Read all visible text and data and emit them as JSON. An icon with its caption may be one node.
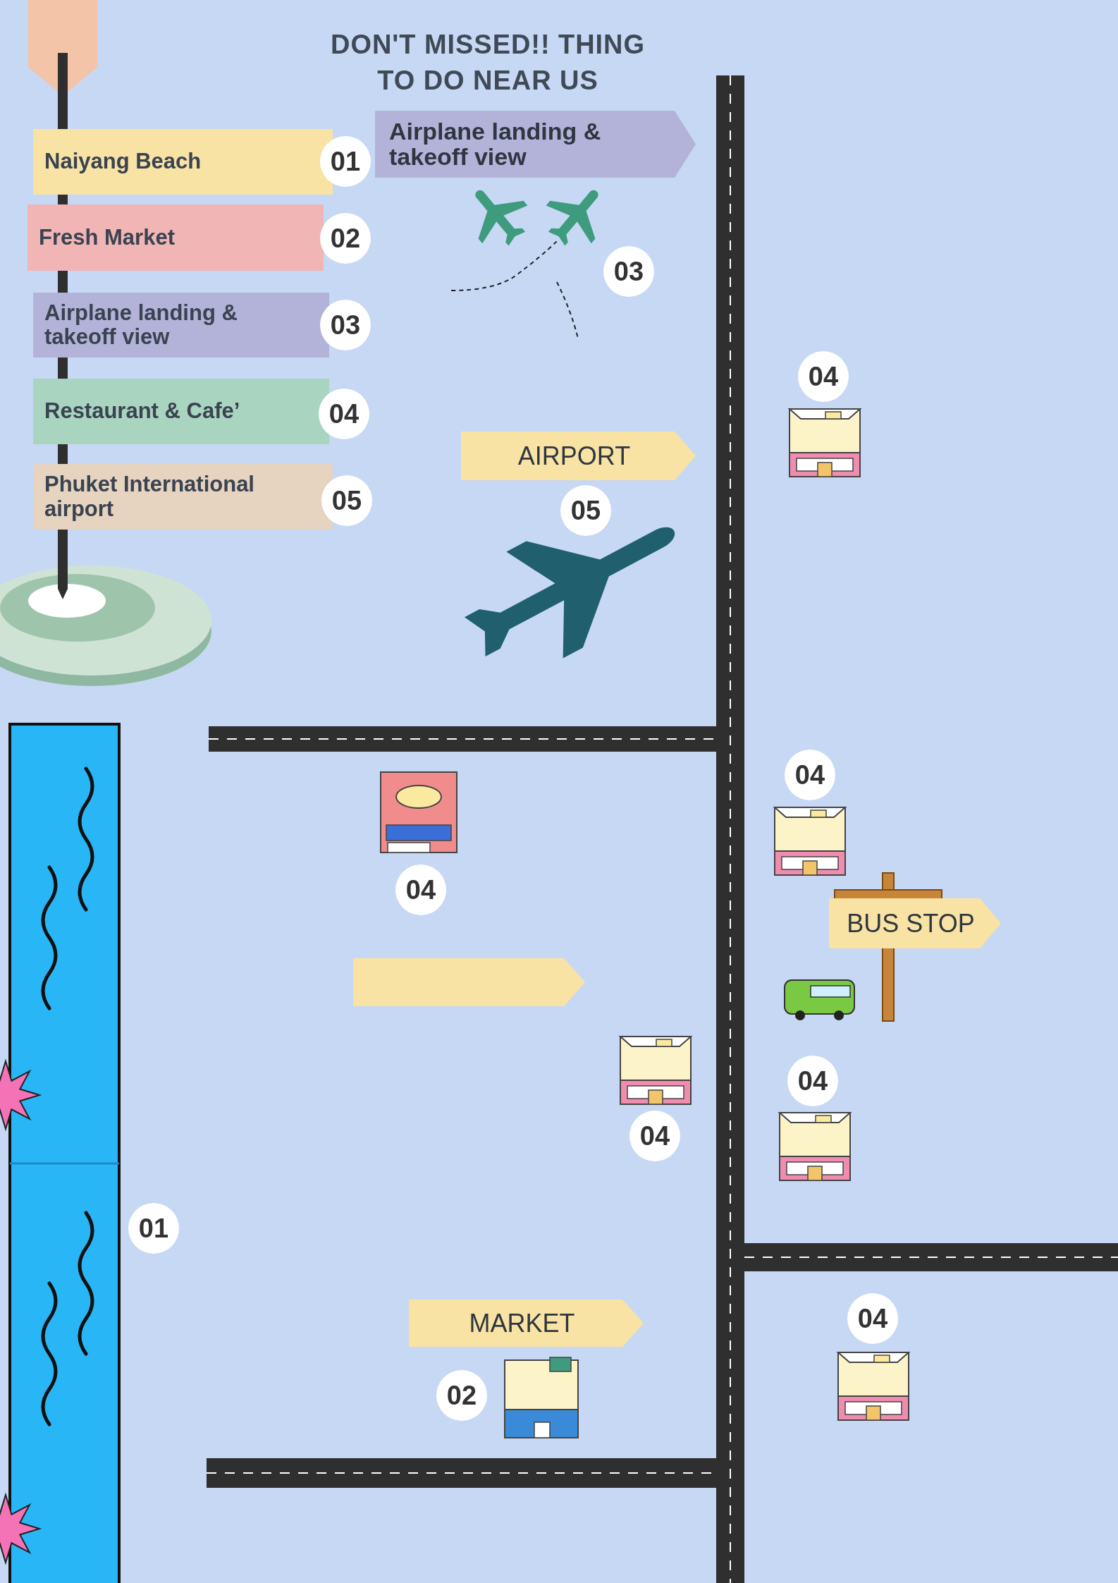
{
  "diagram": {
    "title": "DON'T MISSED!! THING TO DO NEAR US",
    "nodes": [
      {
        "text": [
          "Airplane landing & takeoff view"
        ]
      },
      {
        "text": [
          "Naiyang Beach"
        ]
      },
      {
        "text": [
          "01"
        ]
      },
      {
        "text": [
          "Fresh Market"
        ]
      },
      {
        "text": [
          "02"
        ]
      },
      {
        "text": [
          "03"
        ]
      },
      {
        "text": [
          "Airplane landing & takeoff view"
        ]
      },
      {
        "text": [
          "03"
        ]
      },
      {
        "text": [
          "04"
        ]
      },
      {
        "text": [
          "Restaurant & Cafe’"
        ]
      },
      {
        "text": [
          "04"
        ]
      },
      {
        "text": [
          "AIRPORT"
        ]
      },
      {
        "text": [
          "Phuket International airport"
        ]
      },
      {
        "text": [
          "05"
        ]
      },
      {
        "text": [
          "05"
        ]
      },
      {
        "text": [
          "04"
        ]
      },
      {
        "text": [
          "04"
        ]
      },
      {
        "text": [
          "BUS STOP"
        ]
      },
      {
        "text": [],
        "shape": "box"
      },
      {
        "text": [
          "04"
        ]
      },
      {
        "text": [
          "04"
        ]
      },
      {
        "text": [
          "01"
        ]
      },
      {
        "text": [
          "MARKET"
        ]
      },
      {
        "text": [
          "04"
        ]
      },
      {
        "text": [
          "02"
        ]
      }
    ]
  }
}
